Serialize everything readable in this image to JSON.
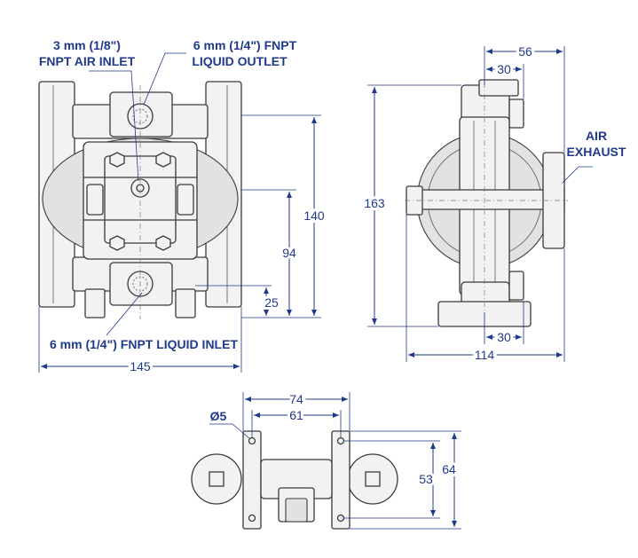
{
  "callouts": {
    "air_inlet_line1": "3 mm (1/8\")",
    "air_inlet_line2": "FNPT AIR INLET",
    "liquid_outlet_line1": "6 mm (1/4\") FNPT",
    "liquid_outlet_line2": "LIQUID OUTLET",
    "liquid_inlet": "6 mm (1/4\") FNPT LIQUID INLET",
    "air_exhaust_line1": "AIR",
    "air_exhaust_line2": "EXHAUST",
    "hole_diameter": "Ø5"
  },
  "dimensions": {
    "front_width": "145",
    "front_height": "140",
    "front_outlet_height": "94",
    "front_inlet_height": "25",
    "side_height": "163",
    "side_top_width": "56",
    "side_top_port": "30",
    "side_bottom_port": "30",
    "side_width": "114",
    "base_outer": "74",
    "base_inner": "61",
    "base_height_inner": "53",
    "base_height_outer": "64"
  },
  "colors": {
    "annotation": "#1f3a8a",
    "outline": "#3a3a3a"
  }
}
